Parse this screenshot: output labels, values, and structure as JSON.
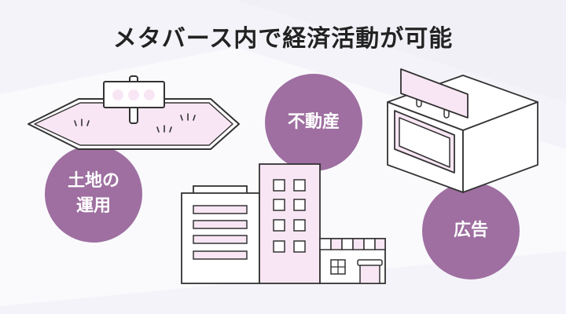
{
  "title": "メタバース内で経済活動が可能",
  "colors": {
    "background": "#f4f3f9",
    "band": "#fafafd",
    "bubble": "#9e6fa0",
    "pink_fill": "#f9e6f4",
    "stroke": "#333333",
    "title_text": "#222222"
  },
  "bubbles": [
    {
      "id": "land",
      "lines": [
        "土地の",
        "運用"
      ]
    },
    {
      "id": "real-estate",
      "lines": [
        "不動産"
      ]
    },
    {
      "id": "advertising",
      "lines": [
        "広告"
      ]
    }
  ],
  "illustrations": [
    {
      "id": "land-plot",
      "icon": "land-plot-with-signboard"
    },
    {
      "id": "buildings",
      "icon": "city-buildings"
    },
    {
      "id": "billboard-building",
      "icon": "building-with-billboard"
    }
  ]
}
